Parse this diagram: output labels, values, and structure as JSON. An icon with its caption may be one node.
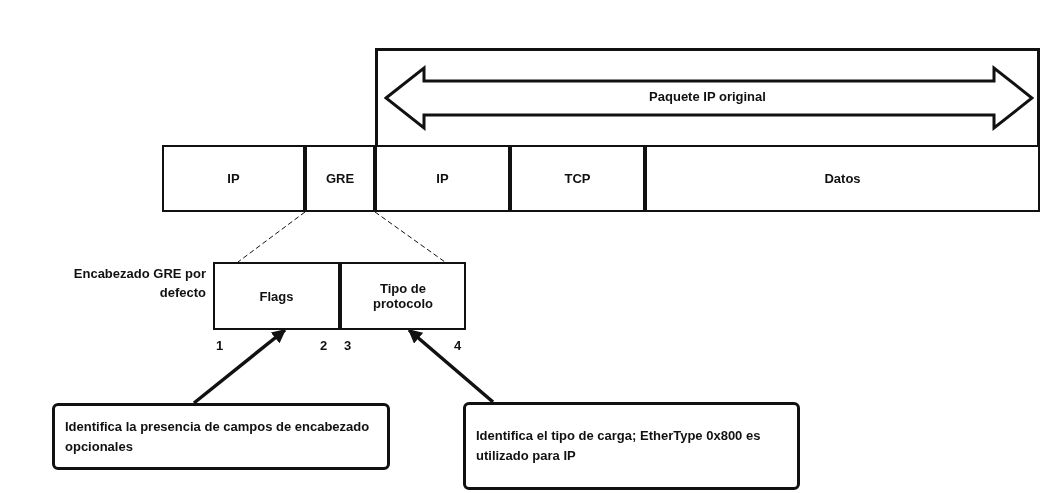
{
  "diagram": {
    "nodes": [
      {
        "text": [
          "IP"
        ]
      },
      {
        "text": [
          "GRE"
        ]
      },
      {
        "text": [
          "IP"
        ]
      },
      {
        "text": [
          "TCP"
        ]
      },
      {
        "text": [
          "Datos"
        ]
      },
      {
        "text": [
          "Paquete IP original"
        ]
      },
      {
        "text": [
          "Flags"
        ]
      },
      {
        "text": [
          "Tipo de protocolo"
        ]
      },
      {
        "text": [
          "Identifica la presencia de campos de encabezado opcionales"
        ]
      },
      {
        "text": [
          "Identifica el tipo de carga; EtherType 0x800 es utilizado para IP"
        ]
      }
    ],
    "edges": [
      {
        "from": 1,
        "to": 6,
        "arrow": "none",
        "style": "dashed"
      },
      {
        "from": 1,
        "to": 7,
        "arrow": "none",
        "style": "dashed"
      },
      {
        "from": 8,
        "to": 6,
        "arrow": "to",
        "style": "thick"
      },
      {
        "from": 9,
        "to": 7,
        "arrow": "to",
        "style": "thick"
      }
    ],
    "labels": [
      "Encabezado GRE por defecto",
      "1",
      "2",
      "3",
      "4"
    ]
  }
}
